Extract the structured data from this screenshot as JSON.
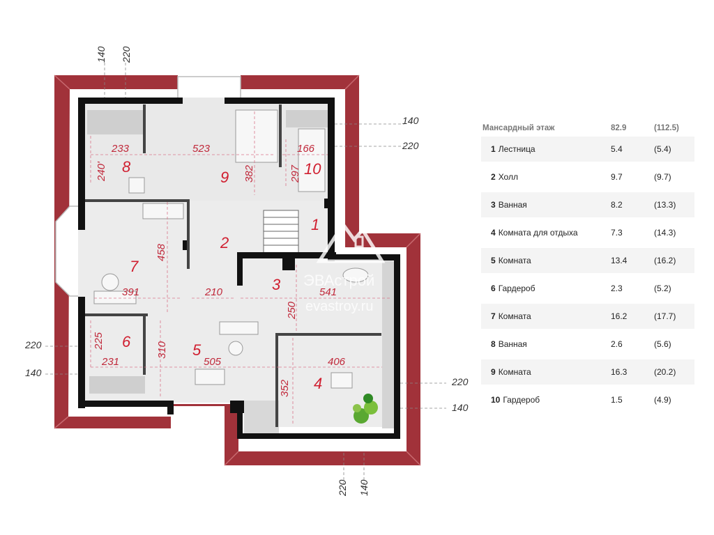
{
  "plan": {
    "dimensions_outer": {
      "top_left_a": "140",
      "top_left_b": "220",
      "right_top_a": "140",
      "right_top_b": "220",
      "left_bottom_a": "220",
      "left_bottom_b": "140",
      "right_bottom_a": "220",
      "right_bottom_b": "140",
      "bottom_a": "220",
      "bottom_b": "140"
    },
    "dimensions_inner": {
      "d233": "233",
      "d523": "523",
      "d166": "166",
      "d240": "240'",
      "d382": "382",
      "d297": "297",
      "d458": "458",
      "d391": "391",
      "d210": "210",
      "d541": "541",
      "d250": "250",
      "d225": "225",
      "d310": "310",
      "d231": "231",
      "d505": "505",
      "d406": "406",
      "d352": "352"
    },
    "room_numbers": [
      "1",
      "2",
      "3",
      "4",
      "5",
      "6",
      "7",
      "8",
      "9",
      "10"
    ],
    "watermark": {
      "brand": "ЭВАстрой",
      "site": "evastroy.ru"
    }
  },
  "legend": {
    "header": {
      "title": "Мансардный этаж",
      "area": "82.9",
      "area_total": "(112.5)"
    },
    "rows": [
      {
        "num": "1",
        "name": "Лестница",
        "area": "5.4",
        "total": "(5.4)"
      },
      {
        "num": "2",
        "name": "Холл",
        "area": "9.7",
        "total": "(9.7)"
      },
      {
        "num": "3",
        "name": "Ванная",
        "area": "8.2",
        "total": "(13.3)"
      },
      {
        "num": "4",
        "name": "Комната для отдыха",
        "area": "7.3",
        "total": "(14.3)"
      },
      {
        "num": "5",
        "name": "Комната",
        "area": "13.4",
        "total": "(16.2)"
      },
      {
        "num": "6",
        "name": "Гардероб",
        "area": "2.3",
        "total": "(5.2)"
      },
      {
        "num": "7",
        "name": "Комната",
        "area": "16.2",
        "total": "(17.7)"
      },
      {
        "num": "8",
        "name": "Ванная",
        "area": "2.6",
        "total": "(5.6)"
      },
      {
        "num": "9",
        "name": "Комната",
        "area": "16.3",
        "total": "(20.2)"
      },
      {
        "num": "10",
        "name": "Гардероб",
        "area": "1.5",
        "total": "(4.9)"
      }
    ]
  }
}
